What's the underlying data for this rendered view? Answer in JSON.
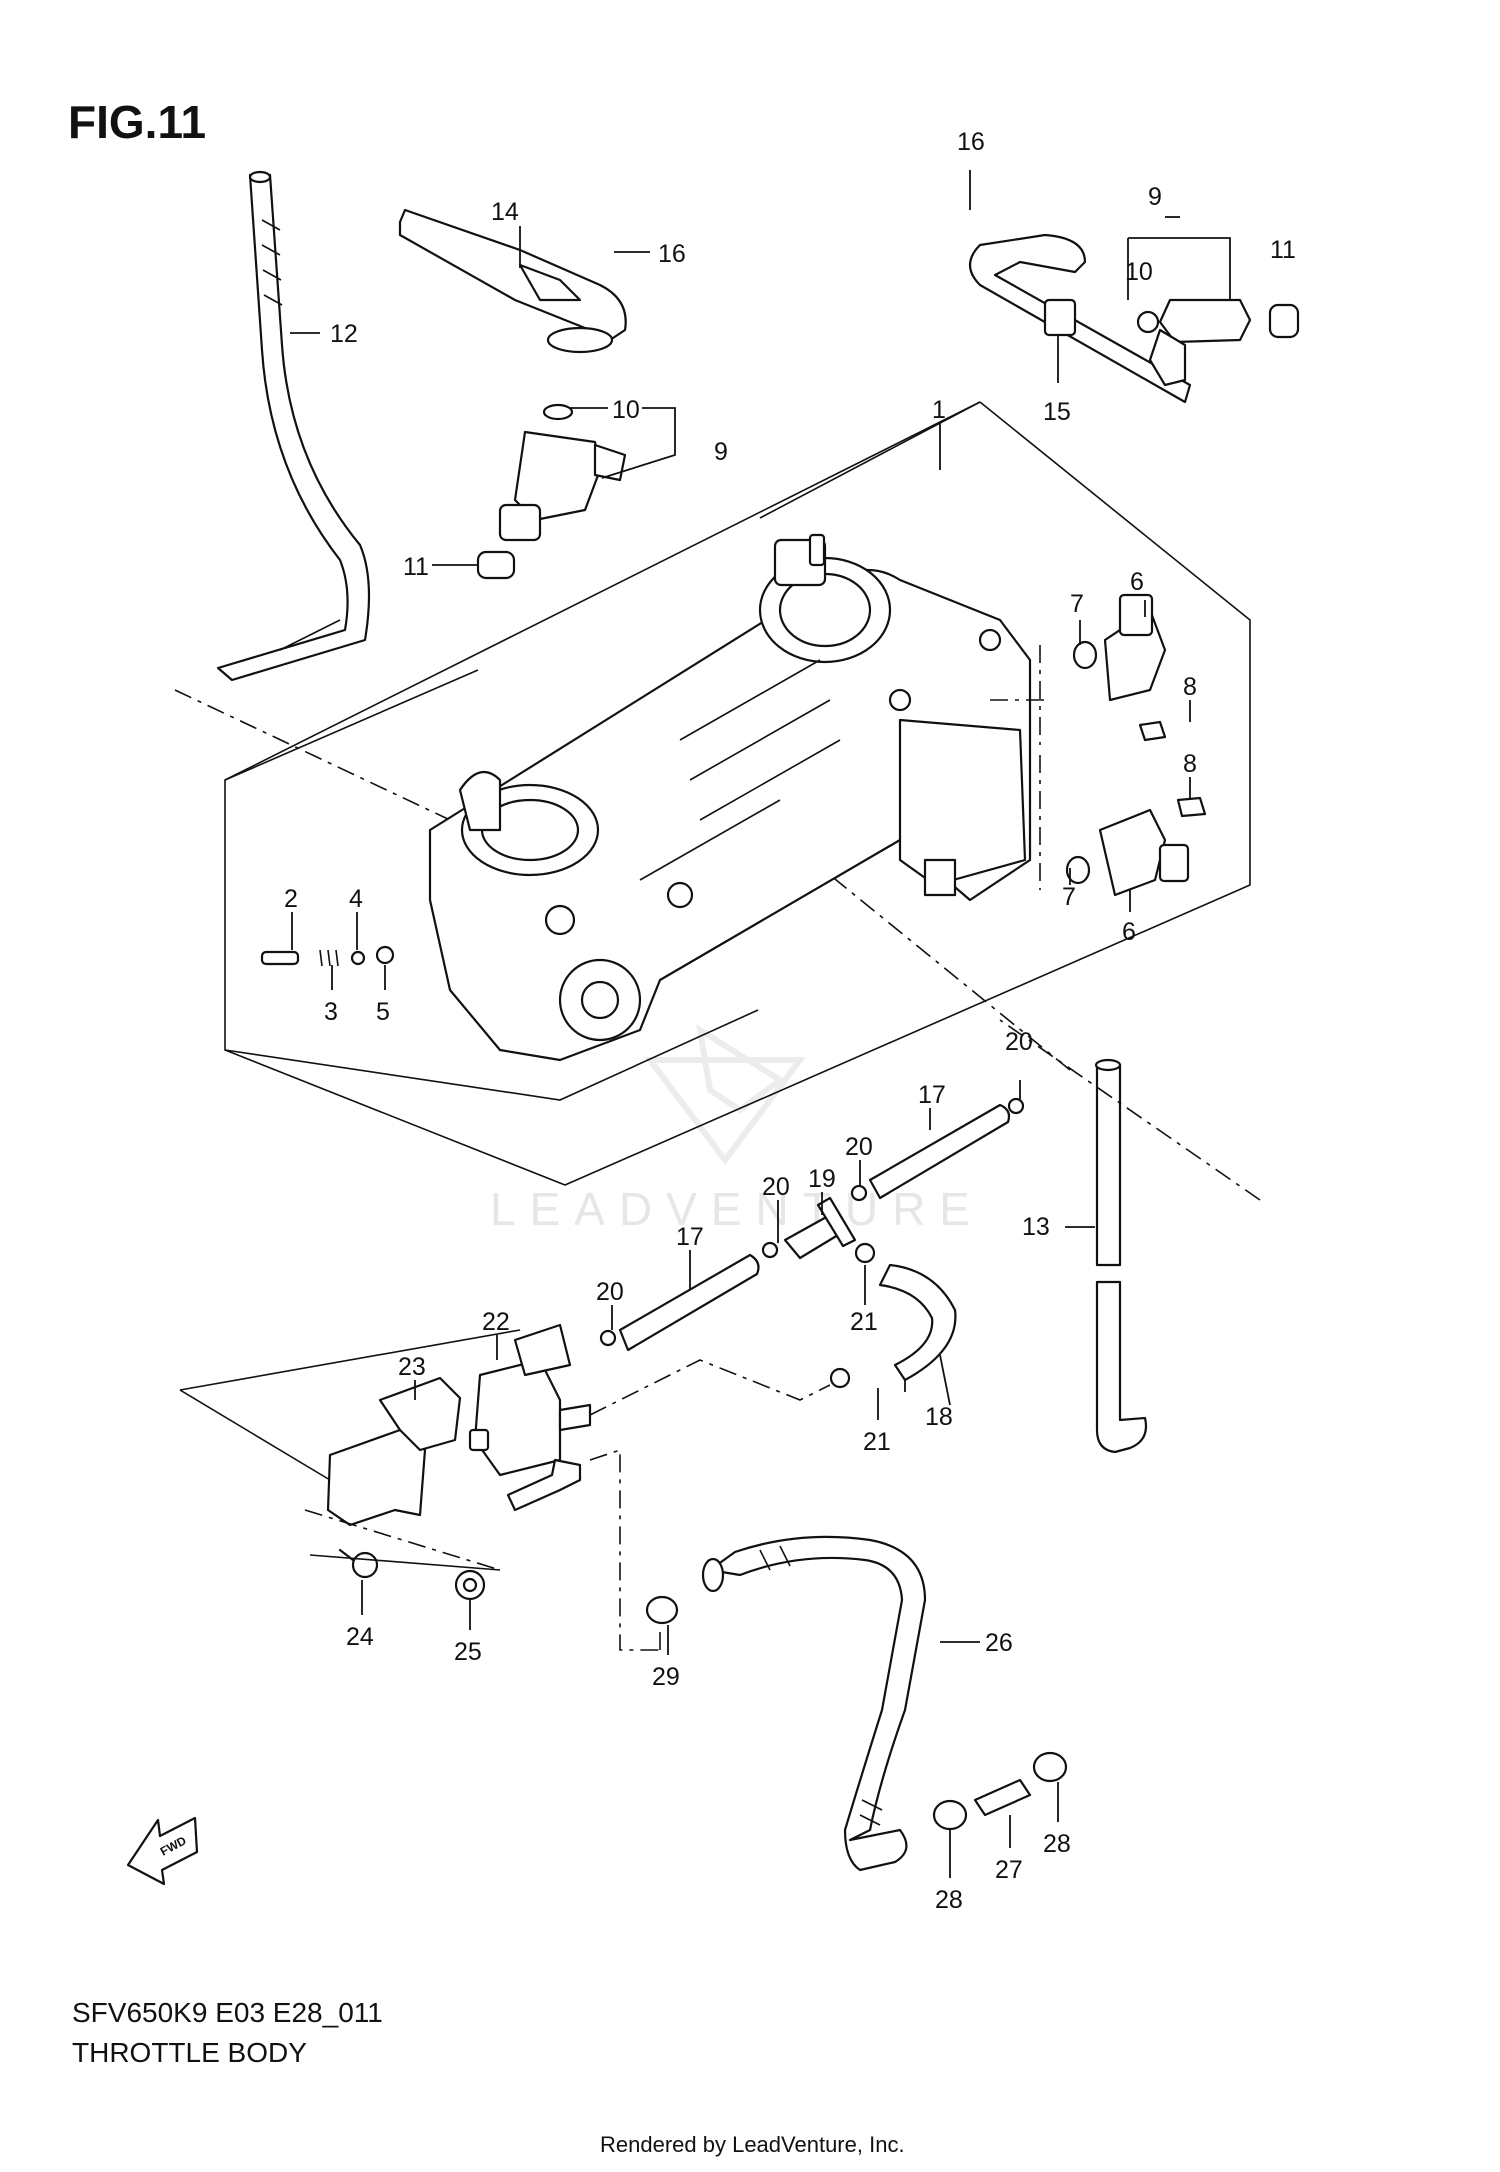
{
  "figure": {
    "label": "FIG.11",
    "model_code": "SFV650K9 E03 E28_011",
    "title": "THROTTLE BODY",
    "credit": "Rendered by LeadVenture, Inc.",
    "watermark": "LEADVENTURE",
    "direction_marker": "FWD"
  },
  "callouts": {
    "c1": "1",
    "c2": "2",
    "c3": "3",
    "c4": "4",
    "c5": "5",
    "c6a": "6",
    "c6b": "6",
    "c7a": "7",
    "c7b": "7",
    "c8a": "8",
    "c8b": "8",
    "c9a": "9",
    "c9b": "9",
    "c10a": "10",
    "c10b": "10",
    "c11a": "11",
    "c11b": "11",
    "c12": "12",
    "c13": "13",
    "c14": "14",
    "c15": "15",
    "c16a": "16",
    "c16b": "16",
    "c17a": "17",
    "c17b": "17",
    "c18": "18",
    "c19": "19",
    "c20a": "20",
    "c20b": "20",
    "c20c": "20",
    "c20d": "20",
    "c21a": "21",
    "c21b": "21",
    "c22": "22",
    "c23": "23",
    "c24": "24",
    "c25": "25",
    "c26": "26",
    "c27": "27",
    "c28a": "28",
    "c28b": "28",
    "c29": "29"
  }
}
